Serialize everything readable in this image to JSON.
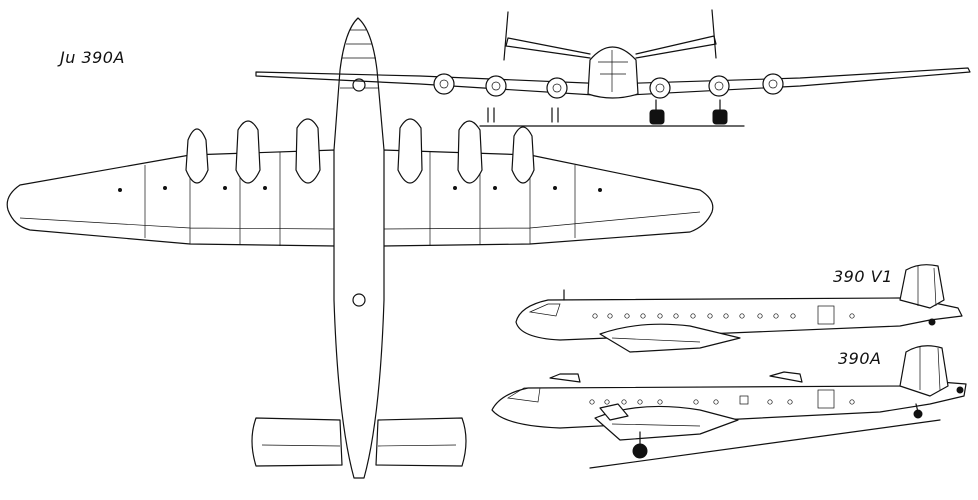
{
  "labels": {
    "plan_view": "Ju 390A",
    "side_view_v1": "390 V1",
    "side_view_a": "390A"
  },
  "colors": {
    "ink": "#111111",
    "paper": "#ffffff"
  }
}
